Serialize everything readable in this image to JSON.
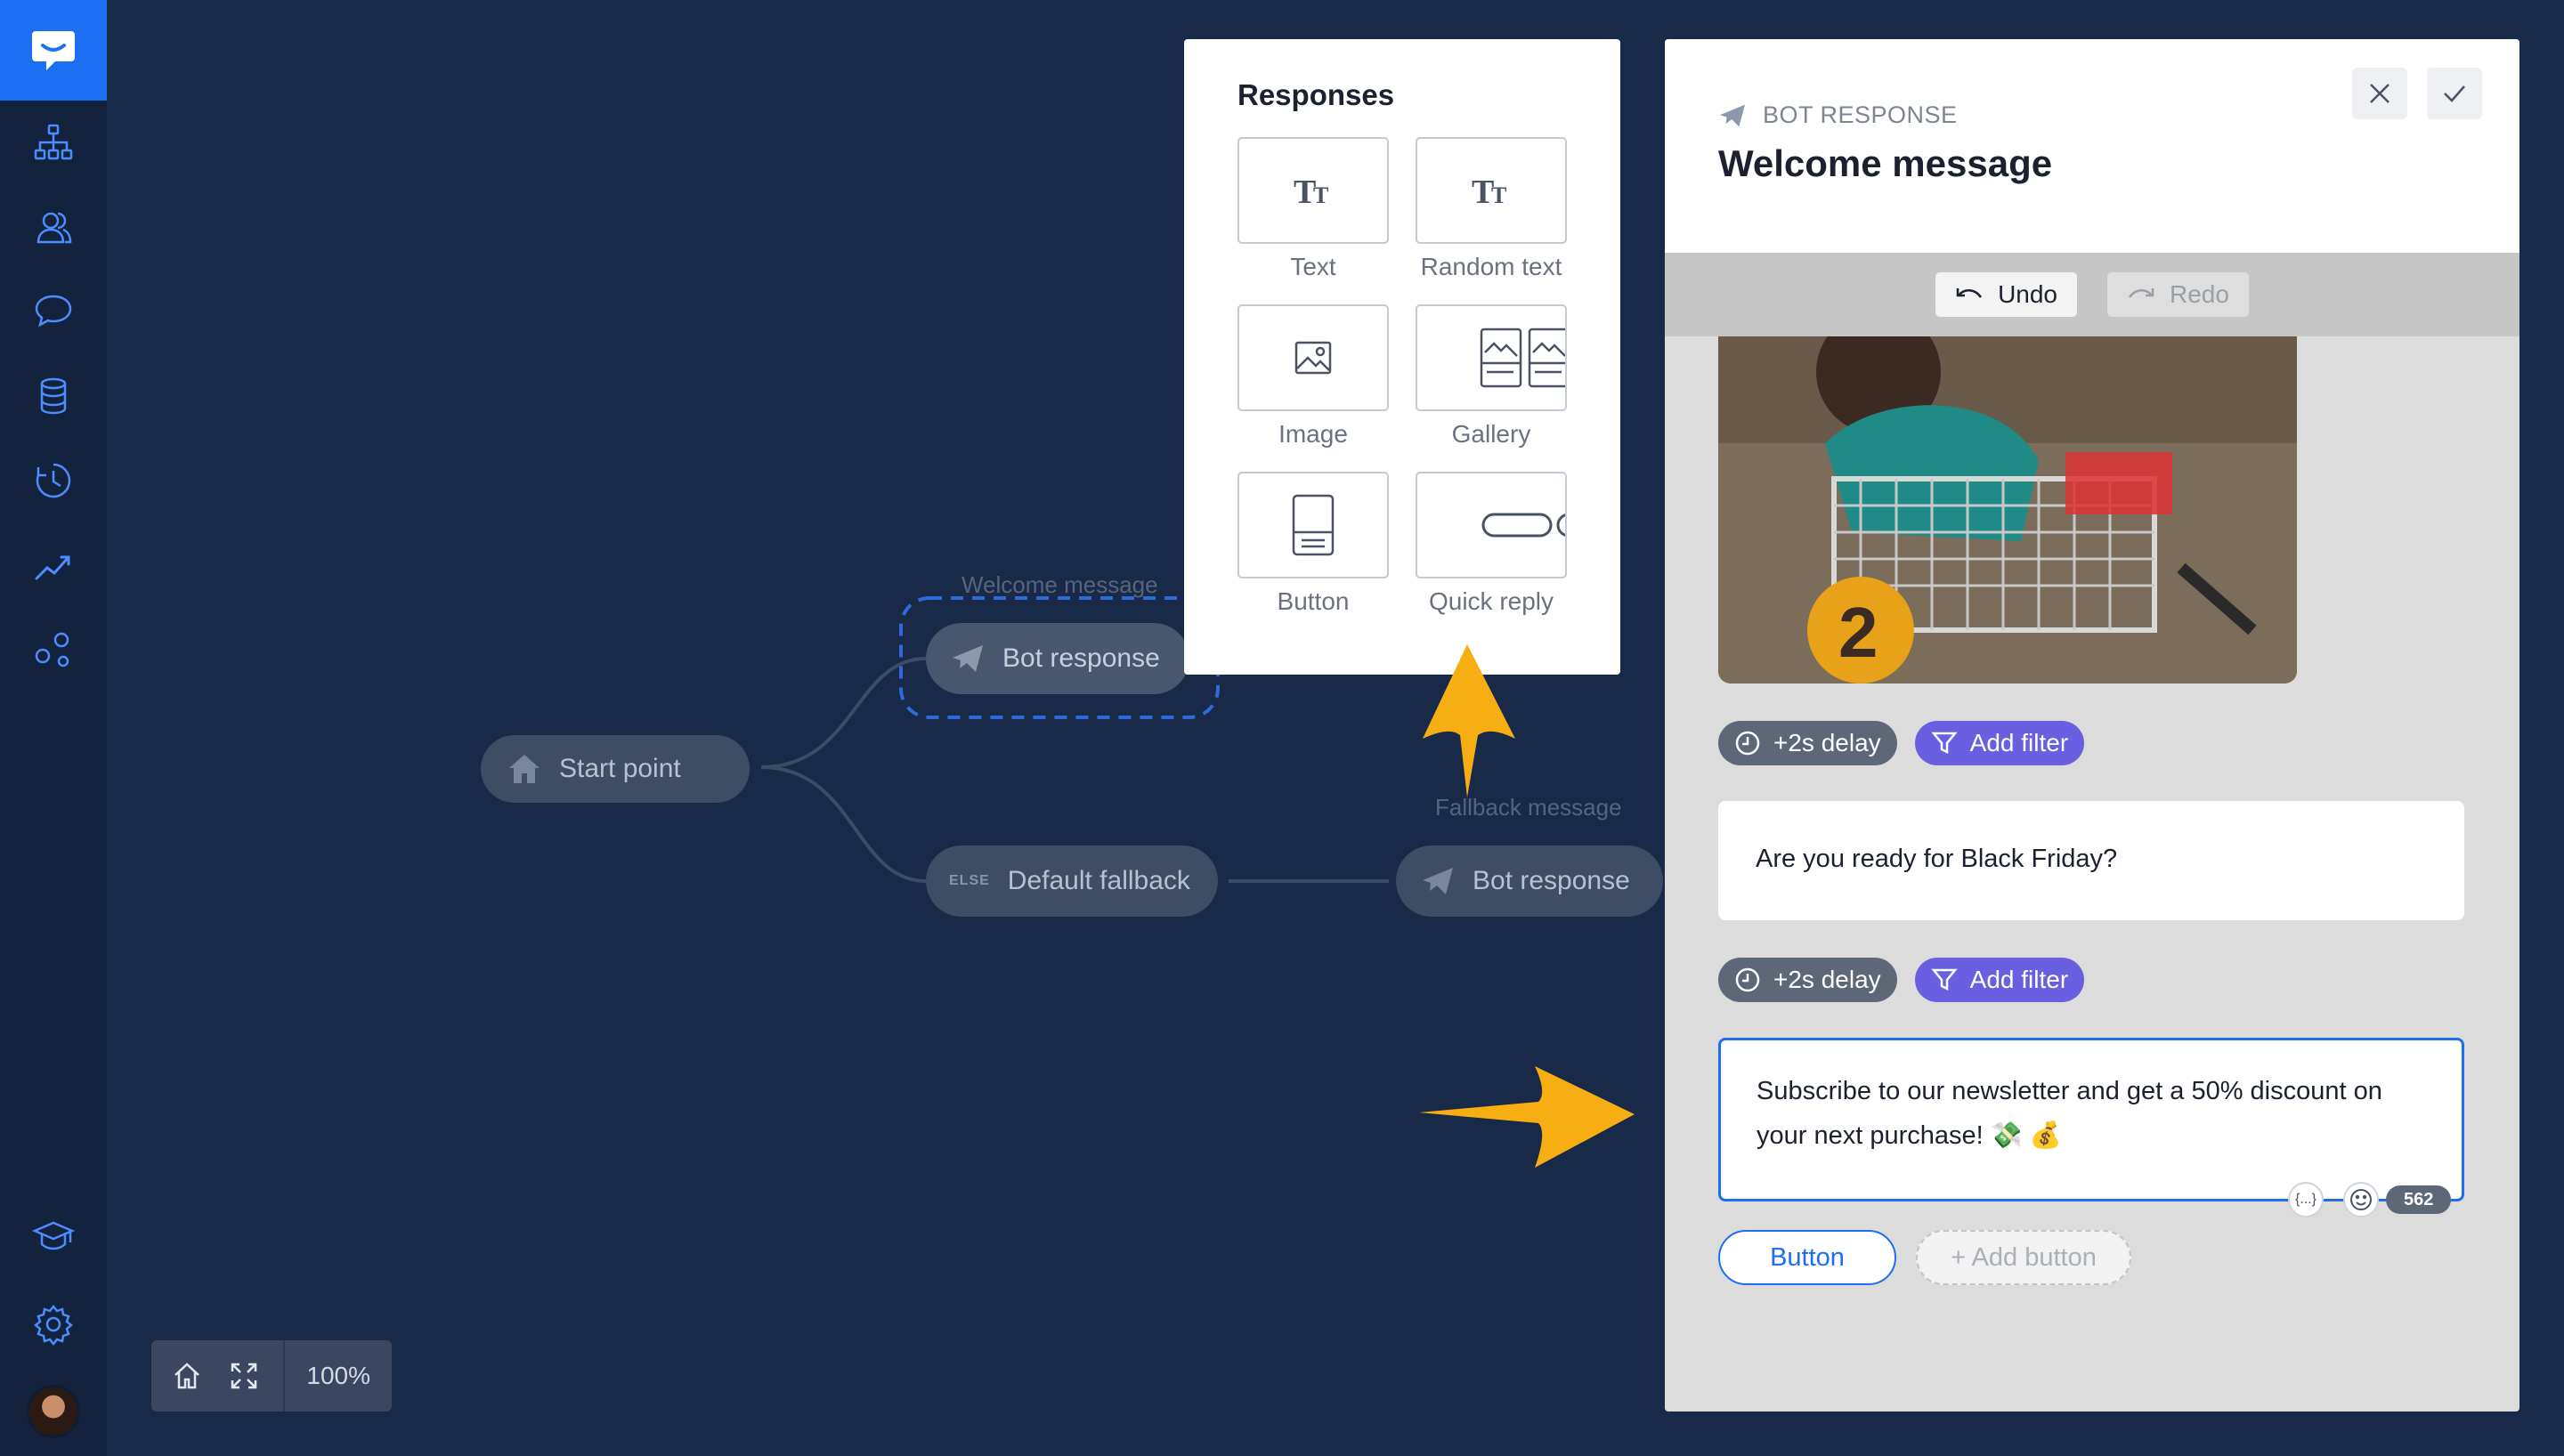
{
  "canvas": {
    "start_point": "Start point",
    "welcome_label": "Welcome message",
    "welcome_node": "Bot response",
    "else_tag": "ELSE",
    "fallback_node": "Default fallback",
    "fallback_label": "Fallback message",
    "fallback_response": "Bot response"
  },
  "zoom": {
    "level": "100%"
  },
  "responses": {
    "title": "Responses",
    "items": [
      {
        "label": "Text",
        "icon": "text-icon"
      },
      {
        "label": "Random text",
        "icon": "random-text-icon"
      },
      {
        "label": "Image",
        "icon": "image-icon"
      },
      {
        "label": "Gallery",
        "icon": "gallery-icon"
      },
      {
        "label": "Button",
        "icon": "button-icon"
      },
      {
        "label": "Quick reply",
        "icon": "quick-reply-icon"
      }
    ]
  },
  "panel": {
    "kind": "BOT RESPONSE",
    "title": "Welcome message",
    "undo": "Undo",
    "redo": "Redo",
    "delay_1": "+2s delay",
    "filter_1": "Add filter",
    "message_1": "Are you ready for Black Friday?",
    "delay_2": "+2s delay",
    "filter_2": "Add filter",
    "message_2": "Subscribe to our newsletter and get a 50% discount on your next purchase! 💸 💰",
    "variable_glyph": "{...}",
    "char_count": "562",
    "button_label": "Button",
    "add_button": "+ Add button"
  },
  "colors": {
    "background": "#182a48",
    "sidebar": "#13233e",
    "brand": "#1c6ef2",
    "filter_chip": "#6a5fe0",
    "arrow": "#f7ae12"
  }
}
